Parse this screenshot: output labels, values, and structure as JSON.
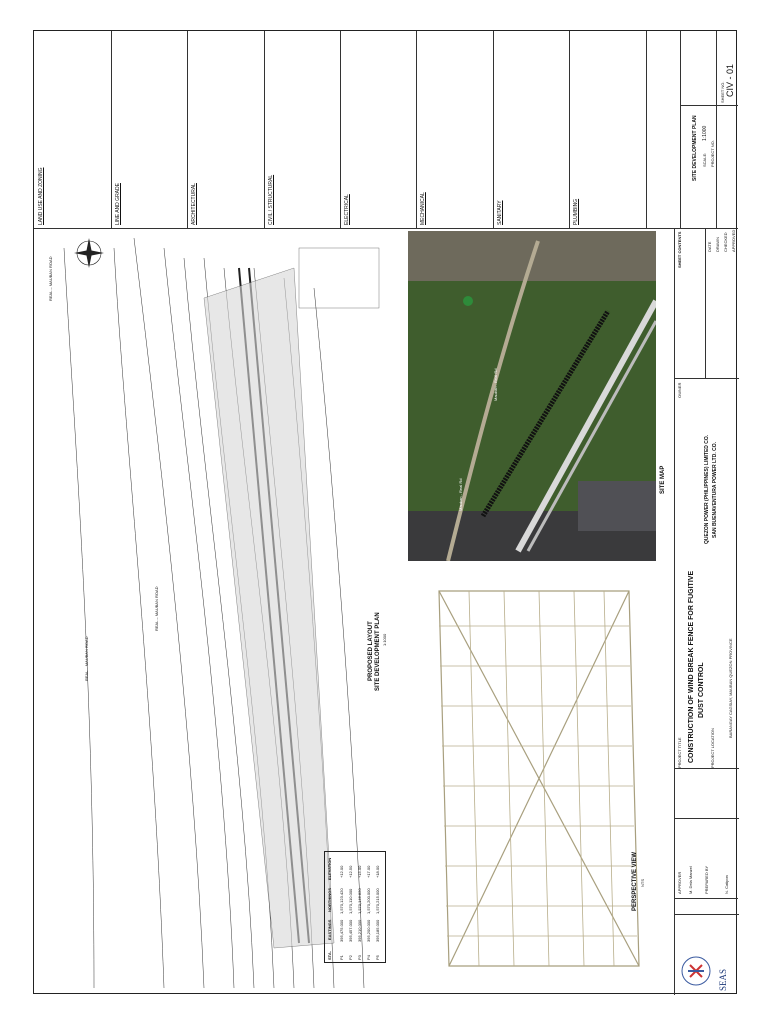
{
  "disciplines": [
    "LAND USE AND ZONING",
    "LINE AND GRADE",
    "ARCHITECTURAL",
    "CIVIL / STRUCTURAL",
    "ELECTRICAL",
    "MECHANICAL",
    "SANITARY",
    "PLUMBING"
  ],
  "sheet_no_label": "SHEET NO.",
  "sheet_no": "CIV - 01",
  "sheet_contents_label": "SHEET CONTENTS",
  "sheet_contents": "SITE DEVELOPMENT PLAN",
  "scale_label": "SCALE:",
  "scale": "1:1000",
  "project_no_label": "PROJECT NO.",
  "date_label": "DATE",
  "drawn_label": "DRAWN",
  "checked_label": "CHECKED",
  "approved_label": "APPROVED",
  "owner_label": "OWNER",
  "owner_line1": "QUEZON POWER (PHILIPPINES) LIMITED CO.",
  "owner_line2": "SAN BUENAVENTURA POWER LTD. CO.",
  "project_title_label": "PROJECT TITLE",
  "project_title1": "CONSTRUCTION OF WIND BREAK FENCE FOR FUGITIVE",
  "project_title2": "DUST CONTROL",
  "project_location_label": "PROJECT LOCATION",
  "project_location": "BARANGAY CAGSIAY, MAUBAN QUEZON PROVINCE",
  "approver_label": "APPROVER",
  "approver": "M. Dela Manzel",
  "prepared_label": "PREPARED BY",
  "preparer": "N. Catipon",
  "company": "SEAS",
  "site_map_label": "SITE MAP",
  "perspective_label": "PERSPECTIVE VIEW",
  "perspective_scale": "NTS",
  "layout_label1": "PROPOSED LAYOUT",
  "layout_label2": "SITE DEVELOPMENT PLAN",
  "layout_scale": "1:1000",
  "road_labels": [
    "REAL – MAUBAN ROAD",
    "REAL – MAUBAN ROAD",
    "REAL – MAUBAN ROAD"
  ],
  "map_labels": [
    "Mauban - Real Rd",
    "Mauban - Real Rd"
  ],
  "table_headers": [
    "STA.",
    "EASTINGS",
    "NORTHINGS",
    "ELEVATION"
  ],
  "table_rows": [
    [
      "P1",
      "395,475.000",
      "1,570,123.420",
      "+12.00"
    ],
    [
      "P2",
      "395,457.000",
      "1,570,110.000",
      "+12.50"
    ],
    [
      "P3",
      "395,210.000",
      "1,570,146.820",
      "+15.00"
    ],
    [
      "P4",
      "395,200.000",
      "1,570,200.000",
      "+17.00"
    ],
    [
      "P5",
      "395,185.000",
      "1,570,215.000",
      "+18.00"
    ]
  ]
}
